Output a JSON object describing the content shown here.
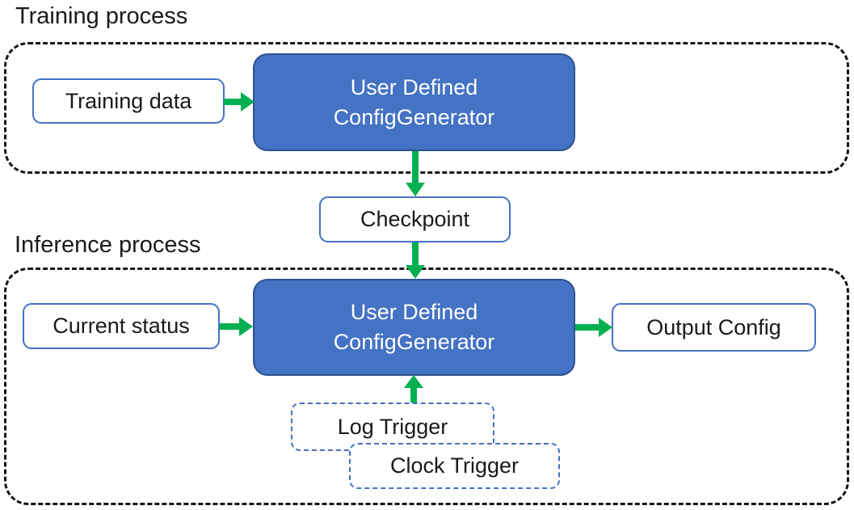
{
  "diagram": {
    "training": {
      "title": "Training process",
      "data_box": "Training data",
      "generator": {
        "line1": "User Defined",
        "line2": "ConfigGenerator"
      }
    },
    "checkpoint_box": "Checkpoint",
    "inference": {
      "title": "Inference process",
      "status_box": "Current status",
      "generator": {
        "line1": "User Defined",
        "line2": "ConfigGenerator"
      },
      "output_box": "Output Config",
      "log_trigger_box": "Log Trigger",
      "clock_trigger_box": "Clock Trigger"
    },
    "colors": {
      "node_fill": "#4472C4",
      "node_border": "#2F528F",
      "box_border": "#4472C4",
      "arrow_green": "#00B050",
      "container_dash": "#141414",
      "text_dark": "#1a1a1a",
      "text_light": "#ffffff"
    }
  }
}
